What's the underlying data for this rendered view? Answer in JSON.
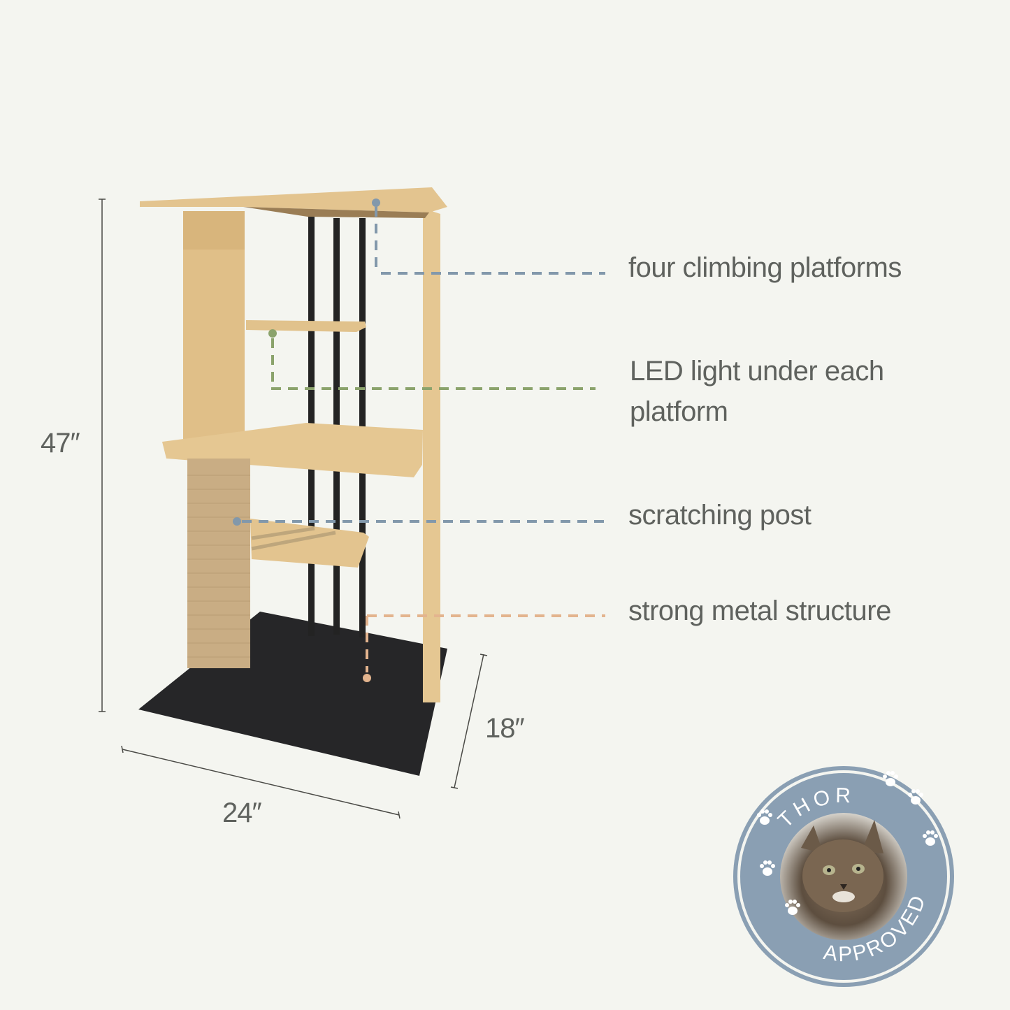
{
  "colors": {
    "background": "#f4f5f0",
    "text": "#5f625e",
    "wood": "#e2c38d",
    "wood_dark": "#c9a46a",
    "rope": "#c9ad84",
    "metal": "#232323",
    "base": "#262628",
    "callout_blue": "#8298ab",
    "callout_green": "#8ba36c",
    "callout_orange": "#e3b48e",
    "badge_ring": "#8a9fb3",
    "badge_text": "#ffffff"
  },
  "callouts": [
    {
      "id": "platforms",
      "label": "four climbing platforms",
      "color": "#8298ab"
    },
    {
      "id": "led",
      "label_line1": "LED light under each",
      "label_line2": "platform",
      "color": "#8ba36c"
    },
    {
      "id": "scratching",
      "label": "scratching post",
      "color": "#8298ab"
    },
    {
      "id": "metal",
      "label": "strong metal structure",
      "color": "#e3b48e"
    }
  ],
  "dimensions": {
    "height": "47″",
    "width": "24″",
    "depth": "18″"
  },
  "badge": {
    "top_text": "THOR",
    "bottom_text": "APPROVED",
    "icon": "paw-print-icon",
    "photo": "kitten-photo"
  }
}
